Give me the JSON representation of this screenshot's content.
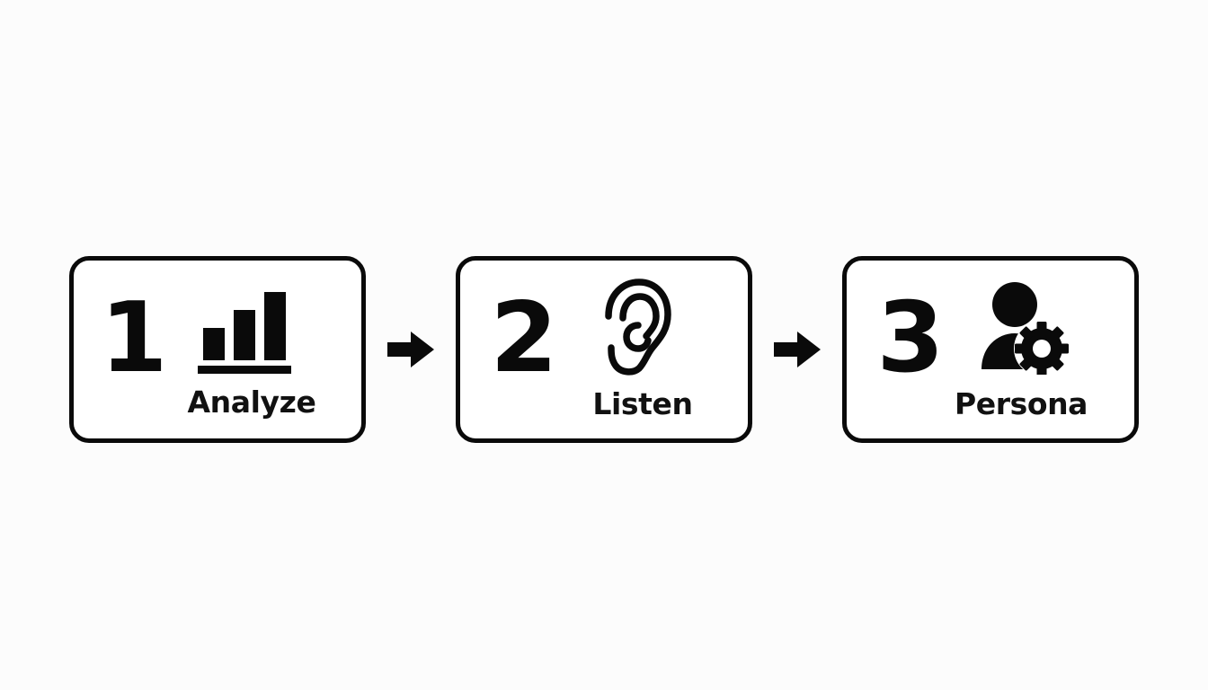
{
  "diagram": {
    "title": "Three step process flow",
    "background_color": "#fcfcfc",
    "stroke_color": "#0a0a0a",
    "card_fill_color": "#ffffff",
    "steps": [
      {
        "number": "1",
        "label": "Analyze",
        "icon": "bar-chart-icon"
      },
      {
        "number": "2",
        "label": "Listen",
        "icon": "ear-icon"
      },
      {
        "number": "3",
        "label": "Persona",
        "icon": "user-gear-icon"
      }
    ],
    "connectors": [
      {
        "icon": "arrow-right-icon"
      },
      {
        "icon": "arrow-right-icon"
      }
    ]
  }
}
